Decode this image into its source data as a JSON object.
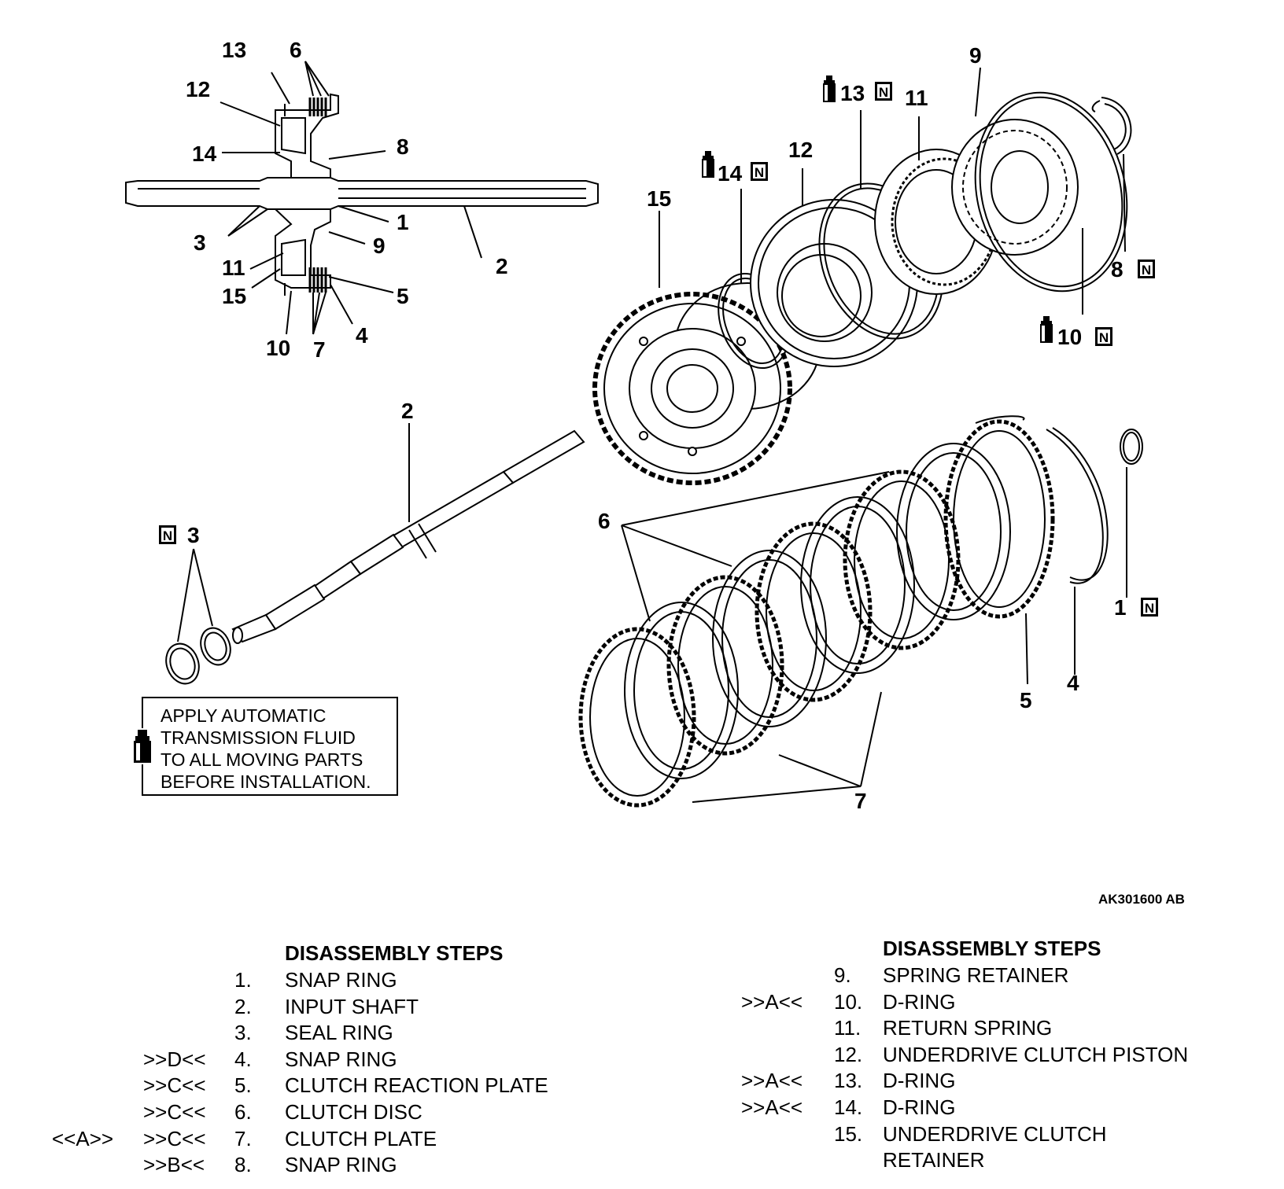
{
  "callouts": {
    "n1": "1",
    "n2": "2",
    "n3": "3",
    "n4": "4",
    "n5": "5",
    "n6": "6",
    "n7": "7",
    "n8": "8",
    "n9": "9",
    "n10": "10",
    "n11": "11",
    "n12": "12",
    "n13": "13",
    "n14": "14",
    "n15": "15"
  },
  "n_mark": "N",
  "note": {
    "line1": "APPLY AUTOMATIC",
    "line2": "TRANSMISSION FLUID",
    "line3": "TO ALL MOVING PARTS",
    "line4": "BEFORE INSTALLATION."
  },
  "figure_id": "AK301600 AB",
  "steps_left": {
    "header": "DISASSEMBLY STEPS",
    "rows": [
      {
        "pre": "",
        "ref": "",
        "num": "1.",
        "text": "SNAP RING"
      },
      {
        "pre": "",
        "ref": "",
        "num": "2.",
        "text": "INPUT SHAFT"
      },
      {
        "pre": "",
        "ref": "",
        "num": "3.",
        "text": "SEAL RING"
      },
      {
        "pre": "",
        "ref": ">>D<<",
        "num": "4.",
        "text": "SNAP RING"
      },
      {
        "pre": "",
        "ref": ">>C<<",
        "num": "5.",
        "text": "CLUTCH REACTION PLATE"
      },
      {
        "pre": "",
        "ref": ">>C<<",
        "num": "6.",
        "text": "CLUTCH DISC"
      },
      {
        "pre": "<<A>>",
        "ref": ">>C<<",
        "num": "7.",
        "text": "CLUTCH PLATE"
      },
      {
        "pre": "",
        "ref": ">>B<<",
        "num": "8.",
        "text": "SNAP RING"
      }
    ]
  },
  "steps_right": {
    "header": "DISASSEMBLY STEPS",
    "rows": [
      {
        "ref": "",
        "num": "9.",
        "text": "SPRING RETAINER"
      },
      {
        "ref": ">>A<<",
        "num": "10.",
        "text": "D-RING"
      },
      {
        "ref": "",
        "num": "11.",
        "text": "RETURN SPRING"
      },
      {
        "ref": "",
        "num": "12.",
        "text": "UNDERDRIVE CLUTCH PISTON"
      },
      {
        "ref": ">>A<<",
        "num": "13.",
        "text": "D-RING"
      },
      {
        "ref": ">>A<<",
        "num": "14.",
        "text": "D-RING"
      },
      {
        "ref": "",
        "num": "15.",
        "text": "UNDERDRIVE CLUTCH"
      },
      {
        "ref": "",
        "num": "",
        "text": "RETAINER"
      }
    ]
  },
  "icons": {
    "fluid": "atf-bottle-icon",
    "new_part": "new-part-n-icon"
  }
}
